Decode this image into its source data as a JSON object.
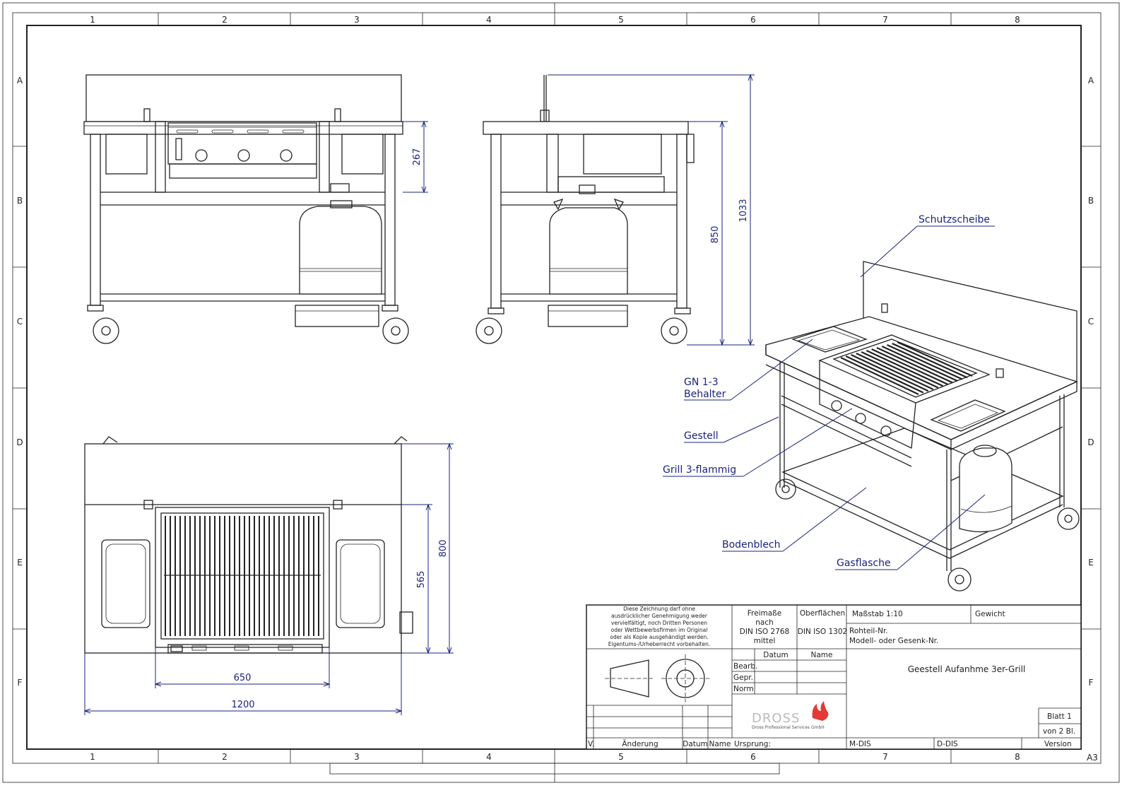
{
  "zones": {
    "columns": [
      "1",
      "2",
      "3",
      "4",
      "5",
      "6",
      "7",
      "8"
    ],
    "rows": [
      "A",
      "B",
      "C",
      "D",
      "E",
      "F"
    ]
  },
  "format": "A3",
  "dimensions": {
    "front_267": "267",
    "side_850": "850",
    "side_1033": "1033",
    "top_800": "800",
    "top_565": "565",
    "top_650": "650",
    "top_1200": "1200"
  },
  "labels": {
    "schutzscheibe": "Schutzscheibe",
    "gn_line1": "GN 1-3",
    "gn_line2": "Behalter",
    "gestell": "Gestell",
    "grill": "Grill 3-flammig",
    "bodenblech": "Bodenblech",
    "gasflasche": "Gasflasche"
  },
  "title_block": {
    "notice": [
      "Diese Zeichnung darf ohne",
      "ausdrücklicher Genehmigung weder",
      "vervielfältigt, noch Dritten Personen",
      "oder Wettbewerbsfirmen im Original",
      "oder als Kopie ausgehändigt werden.",
      "Eigentums-/Urheberrecht vorbehalten."
    ],
    "freimasse": [
      "Freimaße",
      "nach",
      "DIN ISO 2768",
      "mittel"
    ],
    "oberflaechen": "Oberflächen",
    "oberflaechen_norm": "DIN ISO 1302",
    "massstab": "Maßstab 1:10",
    "gewicht": "Gewicht",
    "rohteil": "Rohteil-Nr.",
    "modell": "Modell- oder Gesenk-Nr.",
    "datum": "Datum",
    "name": "Name",
    "bearb": "Bearb.",
    "gepr": "Gepr.",
    "norm": "Norm",
    "title": "Geestell Aufanhme 3er-Grill",
    "logo_text": "DROSS",
    "logo_sub": "Dross Professional Services GmbH",
    "blatt": "Blatt 1",
    "von": "von 2 Bl.",
    "v": "V.",
    "aenderung": "Änderung",
    "datum2": "Datum",
    "name2": "Name",
    "ursprung": "Ursprung:",
    "mdis": "M-DIS",
    "ddis": "D-DIS",
    "version": "Version"
  }
}
